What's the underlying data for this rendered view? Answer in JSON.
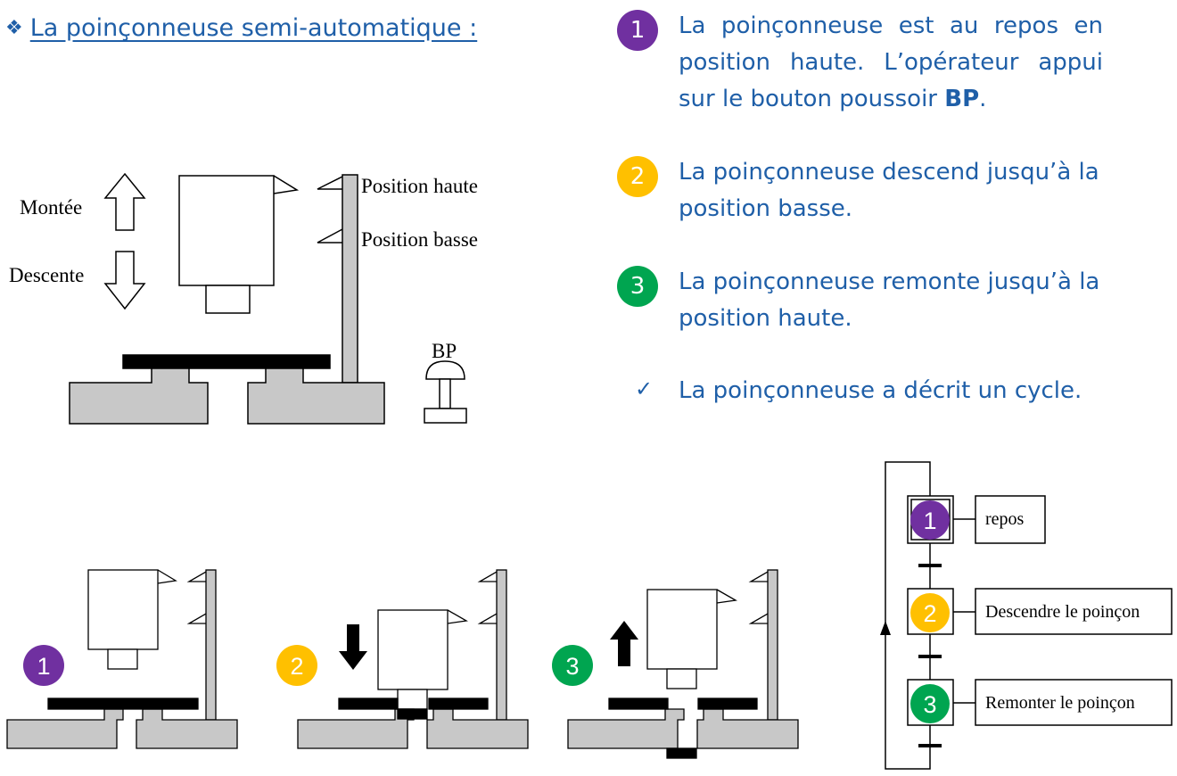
{
  "header": {
    "bullet_icon": "diamond-bullet-icon",
    "title": "La poinçonneuse semi-automatique :"
  },
  "colors": {
    "blue_text": "#1f5fa8",
    "step1": "#7030a0",
    "step2": "#ffc000",
    "step3": "#00a550",
    "machine_gray": "#c8c8c8"
  },
  "steps": [
    {
      "number": "1",
      "text_pre": "La poinçonneuse est au repos en position haute. L’opérateur appui sur le bouton poussoir ",
      "text_bold": "BP",
      "text_post": "."
    },
    {
      "number": "2",
      "text": "La poinçonneuse descend jusqu’à la position basse."
    },
    {
      "number": "3",
      "text": "La poinçonneuse remonte jusqu’à la position haute."
    }
  ],
  "conclusion": {
    "icon": "check-icon",
    "text": "La poinçonneuse a décrit un cycle."
  },
  "main_diagram": {
    "label_up": "Montée",
    "label_down": "Descente",
    "label_top_position": "Position haute",
    "label_bottom_position": "Position basse",
    "label_button": "BP"
  },
  "small_diagrams": [
    {
      "number": "1",
      "state": "repos"
    },
    {
      "number": "2",
      "state": "descente"
    },
    {
      "number": "3",
      "state": "remontée"
    }
  ],
  "grafcet": {
    "steps": [
      {
        "number": "1",
        "action": "repos",
        "initial": true
      },
      {
        "number": "2",
        "action": "Descendre le poinçon"
      },
      {
        "number": "3",
        "action": "Remonter le poinçon"
      }
    ]
  }
}
